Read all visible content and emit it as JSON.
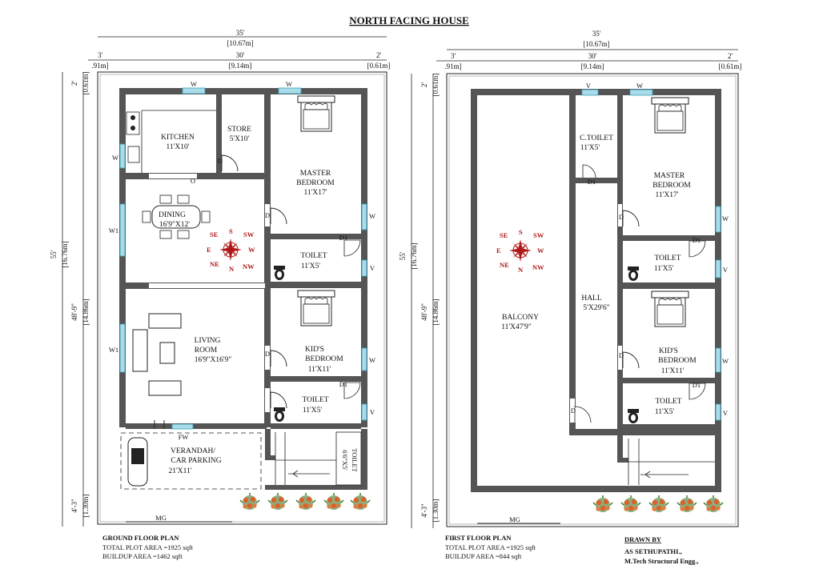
{
  "title": "NORTH FACING HOUSE",
  "dims": {
    "total_w": "35'",
    "total_w_m": "[10.67m]",
    "inner_w": "30'",
    "inner_w_m": "[9.14m]",
    "left_set": "3'",
    "left_set_m": ".91m]",
    "right_set": "2'",
    "right_set_m": "[0.61m]",
    "top_set": "2'",
    "top_set_m": "[0.61m]",
    "total_h": "55'",
    "total_h_m": "[16.76m]",
    "inner_h": "48'-9\"",
    "inner_h_m": "[14.86m]",
    "bot_set": "4'-3\"",
    "bot_set_m": "[1.30m]"
  },
  "ground": {
    "kitchen": "KITCHEN",
    "kitchen_size": "11'X10'",
    "store": "STORE",
    "store_size": "5'X10'",
    "master": "MASTER",
    "master2": "BEDROOM",
    "master_size": "11'X17'",
    "dining": "DINING",
    "dining_size": "16'9\"X12'",
    "toilet": "TOILET",
    "toilet_size": "11'X5'",
    "living": "LIVING",
    "living2": "ROOM",
    "living_size": "16'9\"X16'9\"",
    "kids": "KID'S",
    "kids2": "BEDROOM",
    "kids_size": "11'X11'",
    "toilet2": "TOILET",
    "toilet2_size": "11'X5'",
    "verandah": "VERANDAH/",
    "verandah2": "CAR PARKING",
    "verandah_size": "21'X11'",
    "stair_toilet": "TOILET",
    "stair_toilet_size": "6'6\"X5'",
    "fw": "FW",
    "mg": "MG",
    "plan_label": "GROUND FLOOR PLAN",
    "plot_area": "TOTAL PLOT AREA =1925 sqft",
    "buildup": "BUILDUP AREA =1462 sqft"
  },
  "first": {
    "ctoilet": "C.TOILET",
    "ctoilet_size": "11'X5'",
    "master": "MASTER",
    "master2": "BEDROOM",
    "master_size": "11'X17'",
    "toilet": "TOILET",
    "toilet_size": "11'X5'",
    "hall": "HALL",
    "hall_size": "5'X29'6\"",
    "balcony": "BALCONY",
    "balcony_size": "11'X47'9\"",
    "kids": "KID'S",
    "kids2": "BEDROOM",
    "kids_size": "11'X11'",
    "toilet2": "TOILET",
    "toilet2_size": "11'X5'",
    "mg": "MG",
    "plan_label": "FIRST FLOOR PLAN",
    "plot_area": "TOTAL PLOT AREA =1925 sqft",
    "buildup": "BUILDUP AREA =844 sqft"
  },
  "markers": {
    "w": "W",
    "w1": "W1",
    "v": "V",
    "d": "D",
    "d1": "D1",
    "compass": [
      "N",
      "NE",
      "E",
      "SE",
      "S",
      "SW",
      "W",
      "NW"
    ]
  },
  "credits": {
    "heading": "DRAWN BY",
    "name": "AS SETHUPATHI.,",
    "qual": "M.Tech Structural Engg.,"
  },
  "colors": {
    "wall": "#555555",
    "window": "#a9dbe8",
    "compass": "#b01818",
    "plant_flower": "#d9622b",
    "plant_leaf": "#3c7a2c"
  }
}
